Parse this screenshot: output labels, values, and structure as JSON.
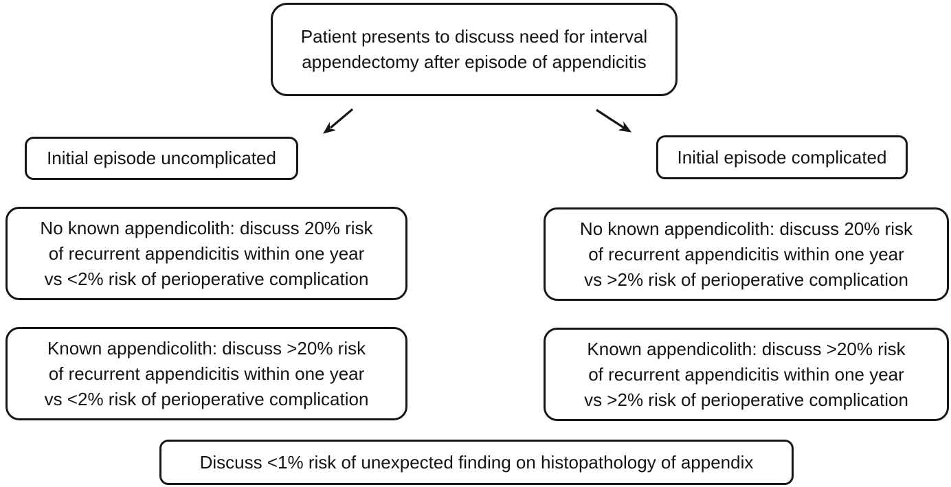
{
  "diagram": {
    "kind": "clinical-decision-flowchart",
    "colors": {
      "background": "#ffffff",
      "border": "#161616",
      "text": "#141414"
    },
    "nodes": {
      "root": {
        "text": "Patient presents to discuss need for interval appendectomy after episode of appendicitis",
        "lines": [
          "Patient presents to discuss need for interval",
          "appendectomy after episode of appendicitis"
        ]
      },
      "branch_left": {
        "text": "Initial episode uncomplicated",
        "lines": [
          "Initial episode uncomplicated"
        ]
      },
      "branch_right": {
        "text": "Initial episode complicated",
        "lines": [
          "Initial episode complicated"
        ]
      },
      "mid_left": {
        "text": "No known appendicolith: discuss 20% risk of recurrent appendicitis within one year vs <2% risk of perioperative complication",
        "lines": [
          "No known appendicolith: discuss 20% risk",
          "of recurrent appendicitis within one year",
          "vs <2% risk of perioperative complication"
        ]
      },
      "mid_right": {
        "text": "No known appendicolith: discuss 20% risk of recurrent appendicitis within one year vs >2% risk of perioperative complication",
        "lines": [
          "No known appendicolith: discuss 20% risk",
          "of recurrent appendicitis within one year",
          "vs >2% risk of perioperative complication"
        ]
      },
      "low_left": {
        "text": "Known appendicolith: discuss >20% risk of recurrent appendicitis within one year vs <2% risk of perioperative complication",
        "lines": [
          "Known appendicolith: discuss >20% risk",
          "of recurrent appendicitis within one year",
          "vs <2% risk of perioperative complication"
        ]
      },
      "low_right": {
        "text": "Known appendicolith: discuss >20% risk of recurrent appendicitis within one year vs >2% risk of perioperative complication",
        "lines": [
          "Known appendicolith: discuss >20% risk",
          "of recurrent appendicitis within one year",
          "vs >2% risk of perioperative complication"
        ]
      },
      "bottom": {
        "text": "Discuss <1% risk of unexpected finding on histopathology of appendix",
        "lines": [
          "Discuss <1% risk of unexpected finding on histopathology of appendix"
        ]
      }
    },
    "arrows": [
      {
        "name": "branch-arrow-left",
        "direction": "down-left"
      },
      {
        "name": "branch-arrow-right",
        "direction": "down-right"
      }
    ]
  }
}
